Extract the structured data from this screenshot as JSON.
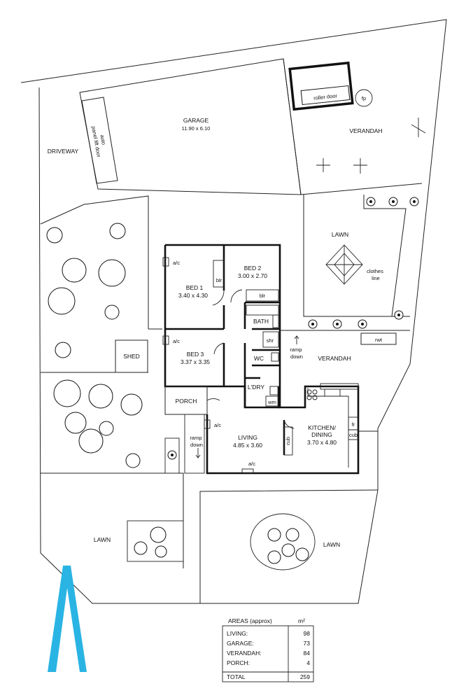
{
  "rooms": {
    "garage": {
      "name": "GARAGE",
      "size": "11.90 x 6.10"
    },
    "auto_door": {
      "line1": "auto",
      "line2": "panel lift door"
    },
    "roller_door": "roller door",
    "fp": "fp",
    "verandah_top": "VERANDAH",
    "driveway": "DRIVEWAY",
    "lawn_right": "LAWN",
    "clothes_line": {
      "line1": "clothes",
      "line2": "line"
    },
    "bed1": {
      "name": "BED 1",
      "size": "3.40 x 4.30"
    },
    "bed2": {
      "name": "BED 2",
      "size": "3.00 x 2.70"
    },
    "bed3": {
      "name": "BED 3",
      "size": "3.37 x 3.35"
    },
    "blr": "blr",
    "bath": "BATH",
    "shr": "shr",
    "wc": "WC",
    "ldry": "L'DRY",
    "wm": "wm",
    "ramp_top": {
      "line1": "ramp",
      "line2": "down"
    },
    "verandah_mid": "VERANDAH",
    "rwt": "rwt",
    "shed": "SHED",
    "porch": "PORCH",
    "ramp_bottom": {
      "line1": "ramp",
      "line2": "down"
    },
    "ac": "a/c",
    "living": {
      "name": "LIVING",
      "size": "4.85 x 3.60"
    },
    "kitchen": {
      "line1": "KITCHEN/",
      "line2": "DINING",
      "size": "3.70 x 4.80"
    },
    "cub": "cub",
    "fr": "fr",
    "lawn_bottom_left": "LAWN",
    "lawn_bottom_right": "LAWN"
  },
  "areas": {
    "title": "AREAS (approx)",
    "unit": "m²",
    "rows": [
      {
        "label": "LIVING:",
        "value": "98"
      },
      {
        "label": "GARAGE:",
        "value": "73"
      },
      {
        "label": "VERANDAH:",
        "value": "84"
      },
      {
        "label": "PORCH:",
        "value": "4"
      }
    ],
    "total_label": "TOTAL",
    "total_value": "259"
  },
  "colors": {
    "north_arrow": "#2ab4e4",
    "lines": "#222222"
  },
  "icons": {
    "north_arrow": "north-arrow-icon"
  }
}
